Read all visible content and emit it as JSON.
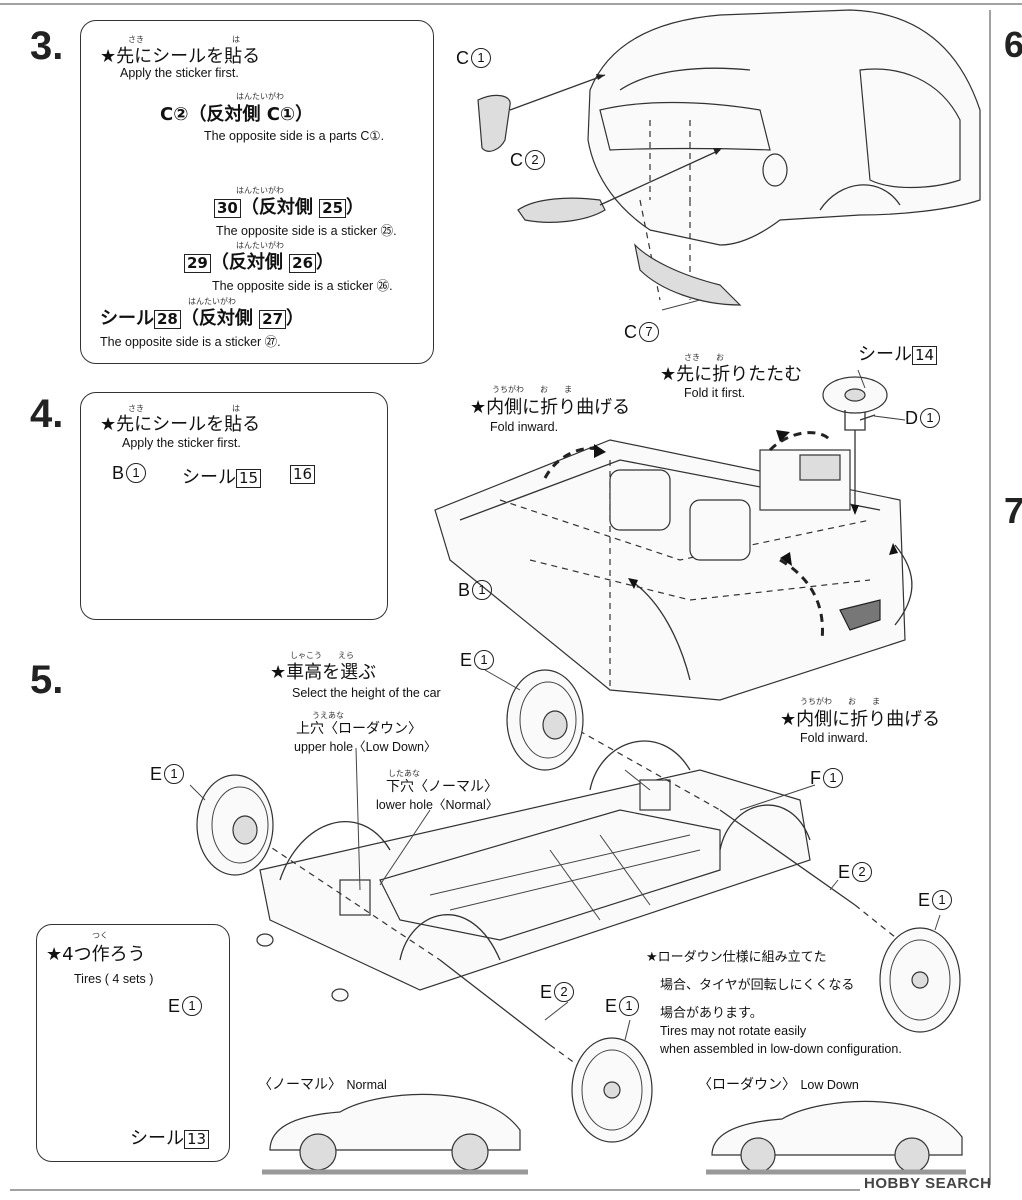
{
  "step3": {
    "number": "3.",
    "star_ruby_saki": "さき",
    "star_ruby_ha": "は",
    "star_title": "★先にシールを貼る",
    "star_en": "Apply the sticker first.",
    "part_c2_label": "C②（反対側 C①）",
    "ruby_hantaigawa": "はんたいがわ",
    "part_c2_en": "The opposite side is a parts C①.",
    "sticker_30_label": "（反対側",
    "sticker_30": "30",
    "sticker_25": "25",
    "sticker_30_en": "The opposite side is a sticker ㉕.",
    "sticker_29": "29",
    "sticker_26": "26",
    "sticker_29_en": "The opposite side is a sticker ㉖.",
    "seal_label": "シール",
    "sticker_28": "28",
    "sticker_27": "27",
    "sticker_28_en": "The opposite side is a sticker ㉗.",
    "c1_label": "C",
    "c1_num": "1",
    "c2_label": "C",
    "c2_num": "2",
    "c7_label": "C",
    "c7_num": "7"
  },
  "step4": {
    "number": "4.",
    "star_title": "★先にシールを貼る",
    "star_en": "Apply the sticker first.",
    "b1_label": "B",
    "b1_num": "1",
    "seal_label": "シール",
    "sticker_15": "15",
    "sticker_16": "16",
    "fold_inward_title": "★内側に折り曲げる",
    "fold_inward_ruby": "うちがわ　　お　　ま",
    "fold_inward_en": "Fold inward.",
    "fold_first_title": "★先に折りたたむ",
    "fold_first_ruby": "さき　　お",
    "fold_first_en": "Fold it first.",
    "seal14_label": "シール",
    "sticker_14": "14",
    "d1_label": "D",
    "d1_num": "1",
    "b1b_label": "B",
    "b1b_num": "1",
    "fold_inward2_title": "★内側に折り曲げる",
    "fold_inward2_en": "Fold inward."
  },
  "step5": {
    "number": "5.",
    "height_title": "★車高を選ぶ",
    "height_ruby": "しゃこう　　えら",
    "height_en": "Select the height of the car",
    "upper_hole_ruby": "うえあな",
    "upper_hole_jp": "上穴〈ローダウン〉",
    "upper_hole_en": "upper hole〈Low Down〉",
    "lower_hole_ruby": "したあな",
    "lower_hole_jp": "下穴〈ノーマル〉",
    "lower_hole_en": "lower hole〈Normal〉",
    "e1_label": "E",
    "e1_num": "1",
    "e2_label": "E",
    "e2_num": "2",
    "f1_label": "F",
    "f1_num": "1",
    "warn_jp_1": "★ローダウン仕様に組み立てた",
    "warn_jp_2": "場合、タイヤが回転しにくくなる",
    "warn_jp_3": "場合があります。",
    "warn_en_1": "Tires may not rotate easily",
    "warn_en_2": "when assembled in low-down configuration.",
    "tires_title": "★4つ作ろう",
    "tires_ruby": "つく",
    "tires_en": "Tires ( 4 sets )",
    "seal13_label": "シール",
    "sticker_13": "13",
    "normal_label_jp": "〈ノーマル〉",
    "normal_label_en": "Normal",
    "lowdown_label_jp": "〈ローダウン〉",
    "lowdown_label_en": "Low Down"
  },
  "side_numbers": {
    "six": "6",
    "seven": "7"
  },
  "watermark": "HOBBY SEARCH"
}
